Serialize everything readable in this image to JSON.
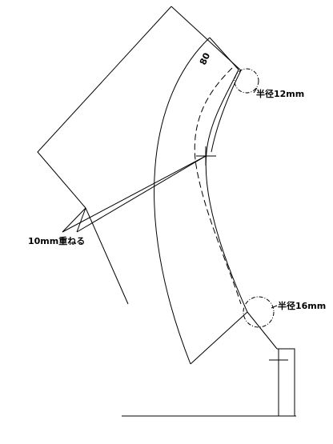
{
  "labels": {
    "radius_top": "半径12mm",
    "radius_bottom": "半径16mm",
    "overlap": "10mm重ねる",
    "mark": "80"
  },
  "colors": {
    "stroke": "#000000",
    "background": "#ffffff"
  }
}
